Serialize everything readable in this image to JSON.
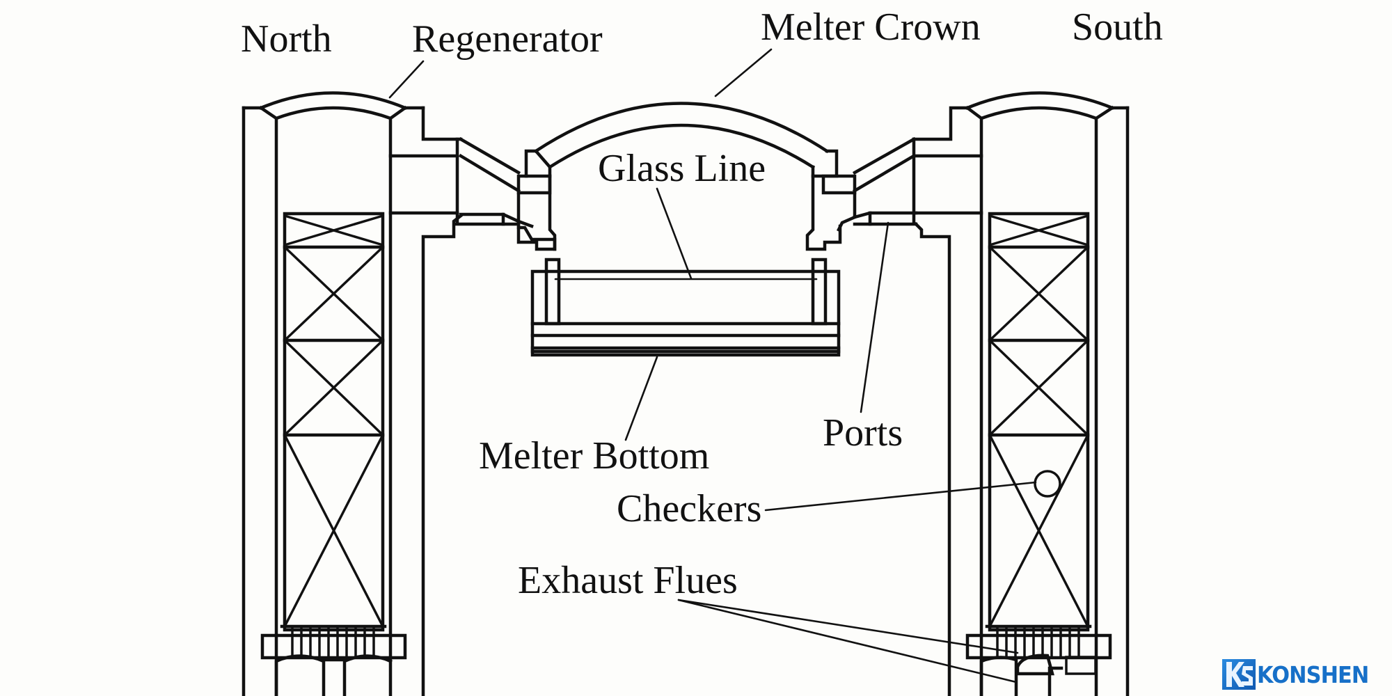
{
  "diagram": {
    "title": "Regenerative glass furnace cross-section",
    "labels": {
      "north": "North",
      "regenerator": "Regenerator",
      "melter_crown": "Melter Crown",
      "south": "South",
      "glass_line": "Glass Line",
      "melter_bottom": "Melter Bottom",
      "ports": "Ports",
      "checkers": "Checkers",
      "exhaust_flues": "Exhaust Flues"
    },
    "colors": {
      "line": "#111111",
      "background": "#fdfdfb",
      "brand": "#1770c8"
    }
  },
  "brand": {
    "name": "KONSHEN",
    "logo_icon": "ks-logo-icon"
  }
}
